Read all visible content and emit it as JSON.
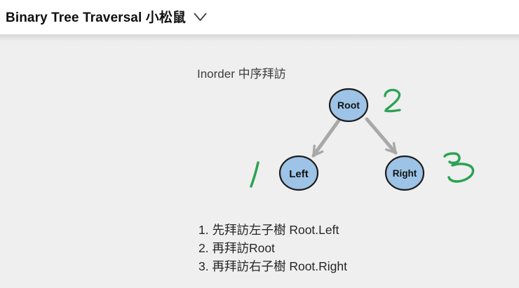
{
  "header": {
    "title": "Binary Tree Traversal 小松鼠"
  },
  "slide": {
    "heading": "Inorder 中序拜訪",
    "tree": {
      "nodes": {
        "root": {
          "label": "Root",
          "visit_order": "2"
        },
        "left": {
          "label": "Left",
          "visit_order": "1"
        },
        "right": {
          "label": "Right",
          "visit_order": "3"
        }
      },
      "edges": [
        "root→left",
        "root→right"
      ]
    },
    "steps": [
      {
        "text": "1. 先拜訪左子樹 Root.Left"
      },
      {
        "text": "2. 再拜訪Root"
      },
      {
        "text": "3. 再拜訪右子樹 Root.Right"
      }
    ],
    "colors": {
      "header_bg": "#FFFFFF",
      "canvas_bg": "#EFEFEF",
      "node_fill": "#9DC3E6",
      "node_border": "#1C1C1C",
      "arrow": "#A8A8A8",
      "ink_green": "#2BA352"
    }
  }
}
